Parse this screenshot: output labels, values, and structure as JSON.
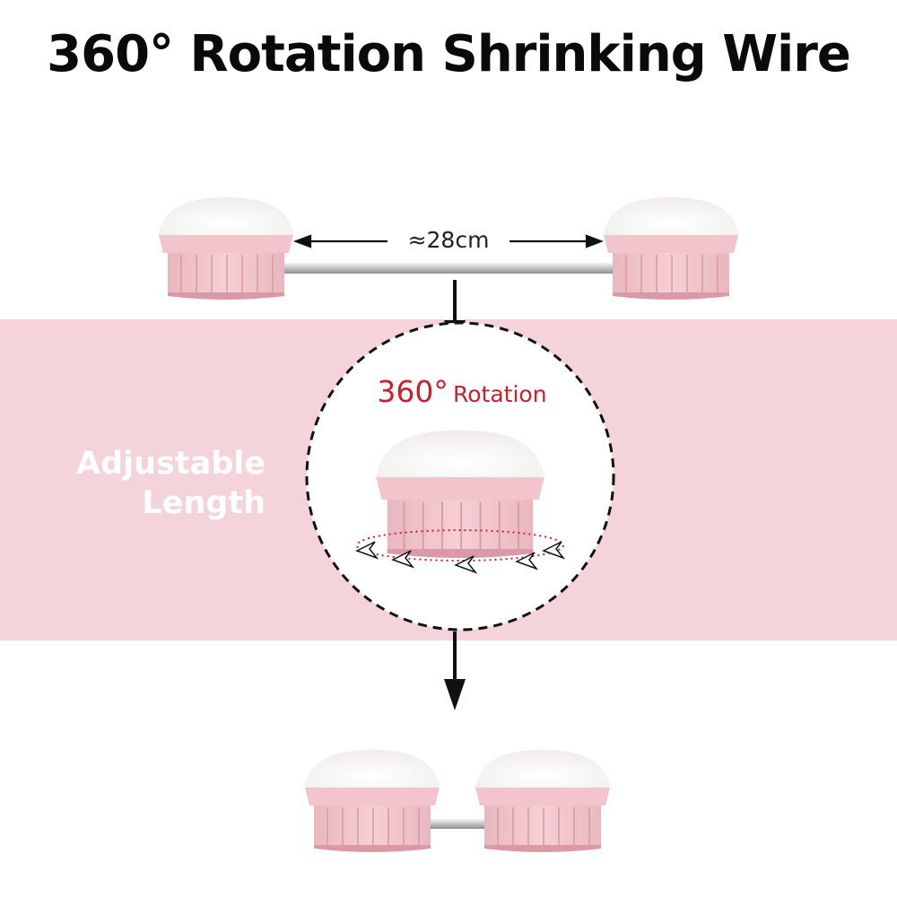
{
  "title": "360° Rotation Shrinking Wire",
  "measurement": "≈28cm",
  "rotation": {
    "degrees": "360°",
    "word": "Rotation"
  },
  "side_label": {
    "line1": "Adjustable",
    "line2": "Length"
  },
  "colors": {
    "band": "#f4d4da",
    "bulb_pink": "#f2c4cc",
    "bulb_dark": "#e3a9b3",
    "dome": "#fbf7f7",
    "rotation_text": "#c8202e",
    "arrow": "#111111"
  }
}
